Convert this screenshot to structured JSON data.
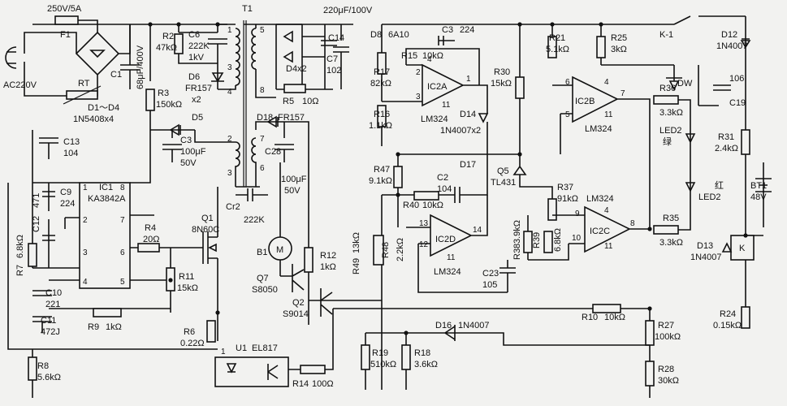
{
  "schematic": {
    "labels": {
      "fuse_rating": "250V/5A",
      "F1": "F1",
      "AC": "AC220V",
      "RT": "RT",
      "C1": "C1",
      "C1_val": "68μF/400V",
      "D1D4": "D1～D4",
      "D1D4_val": "1N5408x4",
      "R2": "R2",
      "R2_val": "47kΩ",
      "C6": "C6",
      "C6_val": "222K",
      "C6_v": "1kV",
      "D6": "D6",
      "D6_val": "FR157",
      "D6_x": "x2",
      "R3": "R3",
      "R3_val": "150kΩ",
      "D5": "D5",
      "C3": "C3",
      "C3_val": "100μF",
      "C3_v": "50V",
      "T1": "T1",
      "C13": "C13",
      "C13_val": "104",
      "C9": "C9",
      "C9_val": "224",
      "C12": "C12",
      "C12_val": "471",
      "IC1": "IC1",
      "IC1_part": "KA3842A",
      "R7": "R7",
      "R7_val": "6.8kΩ",
      "C10": "C10",
      "C10_val": "221",
      "C11": "C11",
      "C11_val": "472J",
      "R4": "R4",
      "R4_val": "20Ω",
      "Q1": "Q1",
      "Q1_part": "8N60C",
      "R11": "R11",
      "R11_val": "15kΩ",
      "R9": "R9",
      "R9_val": "1kΩ",
      "R6": "R6",
      "R6_val": "0.22Ω",
      "R8": "R8",
      "R8_val": "5.6kΩ",
      "U1": "U1",
      "U1_part": "EL817",
      "R14": "R14",
      "R14_val": "100Ω",
      "cap_top": "220μF/100V",
      "C14": "C14",
      "D4x2": "D4x2",
      "C7": "C7",
      "C7_val": "102",
      "R5": "R5",
      "R5_val": "10Ω",
      "D18": "D18",
      "D18_val": "FR157",
      "C28": "C28",
      "C28_val": "100μF",
      "C28_v": "50V",
      "Cr2": "Cr2",
      "Cr2_val": "222K",
      "B1": "B1",
      "M": "M",
      "Q7": "Q7",
      "Q7_part": "S8050",
      "Q2": "Q2",
      "Q2_part": "S9014",
      "R12": "R12",
      "R12_val": "1kΩ",
      "D8": "D8",
      "D8_val": "6A10",
      "C3b": "C3",
      "C3b_val": "224",
      "R15": "R15",
      "R15_val": "10kΩ",
      "R17": "R17",
      "R17_val": "82kΩ",
      "R16": "R16",
      "R16_val": "1.1kΩ",
      "IC2A": "IC2A",
      "LM324": "LM324",
      "D14": "D14",
      "D14_val": "1N4007x2",
      "R30": "R30",
      "R30_val": "15kΩ",
      "R21": "R21",
      "R21_val": "5.1kΩ",
      "R25": "R25",
      "R25_val": "3kΩ",
      "IC2B": "IC2B",
      "K1": "K-1",
      "D12": "D12",
      "D12_val": "1N4007",
      "DW": "DW",
      "C19": "C19",
      "C19_val": "106",
      "R36": "R36",
      "R36_val": "3.3kΩ",
      "LED2": "LED2",
      "green": "绿",
      "red": "红",
      "R31": "R31",
      "R31_val": "2.4kΩ",
      "BT1": "BT1",
      "BT1_val": "48V",
      "D17": "D17",
      "Q5": "Q5",
      "Q5_part": "TL431",
      "R47": "R47",
      "R47_val": "9.1kΩ",
      "C2": "C2",
      "C2_val": "104",
      "R40": "R40",
      "R40_val": "10kΩ",
      "R37": "R37",
      "R37_val": "91kΩ",
      "IC2D": "IC2D",
      "IC2C": "IC2C",
      "R48": "R48",
      "R48_val": "2.2kΩ",
      "R49": "R49",
      "R49_val": "13kΩ",
      "C23": "C23",
      "C23_val": "105",
      "R38": "R38",
      "R38_val": "3.9kΩ",
      "R39": "R39",
      "R39_val": "6.8kΩ",
      "R35": "R35",
      "R35_val": "3.3kΩ",
      "D13": "D13",
      "D13_val": "1N4007",
      "K": "K",
      "R10": "R10",
      "R10_val": "10kΩ",
      "R27": "R27",
      "R27_val": "100kΩ",
      "R24": "R24",
      "R24_val": "0.15kΩ",
      "D16": "D16",
      "D16_val": "1N4007",
      "R19": "R19",
      "R19_val": "510kΩ",
      "R18": "R18",
      "R18_val": "3.6kΩ",
      "R28": "R28",
      "R28_val": "30kΩ",
      "pin1": "1",
      "pin2": "2",
      "pin3": "3",
      "pin4": "4",
      "pin5": "5",
      "pin6": "6",
      "pin7": "7",
      "pin8": "8",
      "pin9": "9",
      "pin10": "10",
      "pin11": "11",
      "pin12": "12",
      "pin13": "13",
      "pin14": "14"
    }
  }
}
